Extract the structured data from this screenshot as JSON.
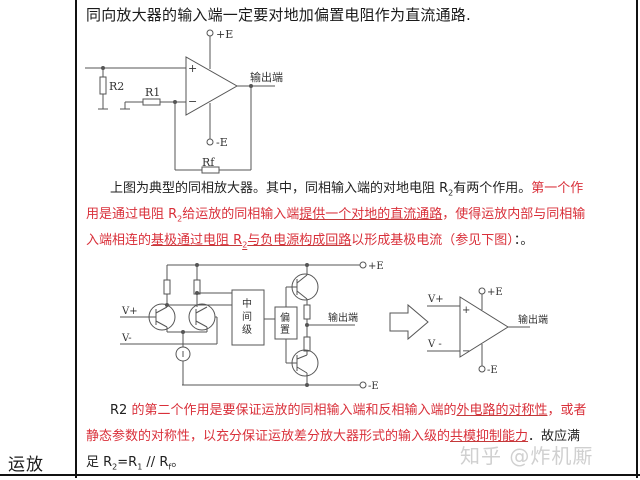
{
  "table": {
    "left_cell_label": "运放"
  },
  "heading": "同向放大器的输入端一定要对地加偏置电阻作为直流通路.",
  "figure1": {
    "supply_pos": "+E",
    "supply_neg": "-E",
    "resistor_r2": "R2",
    "resistor_r1": "R1",
    "resistor_rf": "Rf",
    "output_label": "输出端",
    "plus_sign": "+",
    "minus_sign": "−"
  },
  "paragraph1": {
    "line1_black": "上图为典型的同相放大器。其中，同相输入端的对地电阻 R",
    "line1_sub": "2",
    "line1_black_end": "有两个作用。",
    "line1_red": "第一个作",
    "line2_red_a": "用是通过电阻 R",
    "line2_sub": "2",
    "line2_red_b": "给运放的同相输入端",
    "line2_red_ul": "提供一个对地的直流通路",
    "line2_red_c": "，使得运放内部与同相输",
    "line3_red_a": "入端相连的",
    "line3_red_ul_a": "基极通过电阻 R",
    "line3_sub": "2",
    "line3_red_ul_b": "与负电源构成回路",
    "line3_red_b": "以形成基极电流（参见下图）",
    "line3_black": "：。"
  },
  "figure2": {
    "input_pos": "V+",
    "input_neg": "V-",
    "middle_stage": "中间级",
    "bias": "偏置",
    "output_label": "输出端",
    "supply_pos": "+E",
    "supply_neg": "-E",
    "arrow": "equivalent-arrow",
    "opamp_input_pos": "V+",
    "opamp_input_neg": "V -",
    "opamp_supply_pos": "+E",
    "opamp_supply_neg": "-E",
    "opamp_output": "输出端"
  },
  "paragraph2": {
    "line1_black": "R2 ",
    "line1_red": "的第二个作用是要保证运放的同相输入端和反相输入端的",
    "line1_red_ul": "外电路的对称性",
    "line1_red_end": "，或者",
    "line2_red": "静态参数的对称性，以充分保证运放差分放大器形式的输入级的",
    "line2_red_ul": "共模抑制能力",
    "line2_black": "．故应满",
    "line3_black": "足 R",
    "line3_sub1": "2",
    "line3_mid": "=R",
    "line3_sub2": "1",
    "line3_mid2": " // R",
    "line3_sub3": "f",
    "line3_end": "。"
  },
  "watermark": "知乎 @炸机厮",
  "colors": {
    "text": "#222222",
    "red_text": "#d9303a",
    "border": "#111111",
    "line_art": "#555555"
  }
}
